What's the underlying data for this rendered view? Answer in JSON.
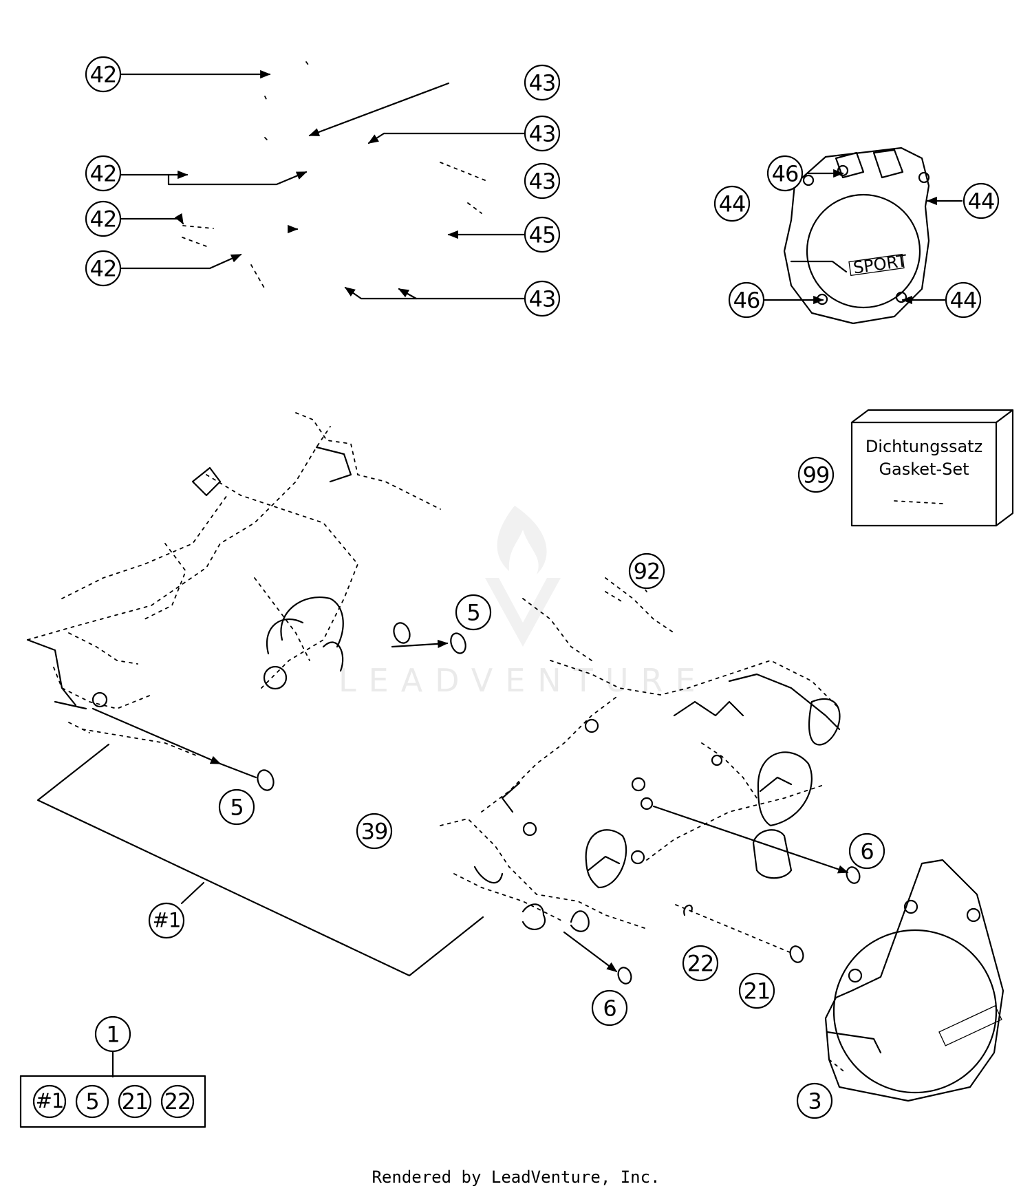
{
  "callouts": {
    "c42a": "42",
    "c42b": "42",
    "c42c": "42",
    "c42d": "42",
    "c43a": "43",
    "c43b": "43",
    "c43c": "43",
    "c43d": "43",
    "c45": "45",
    "c46a": "46",
    "c46b": "46",
    "c44a": "44",
    "c44b": "44",
    "c44c": "44",
    "c99": "99",
    "c92": "92",
    "c5a": "5",
    "c5b": "5",
    "c39": "39",
    "c6a": "6",
    "c6b": "6",
    "c22": "22",
    "c21": "21",
    "c3": "3",
    "c1": "1",
    "cKit": "#1"
  },
  "kit": {
    "components": [
      "#1",
      "5",
      "21",
      "22"
    ]
  },
  "gasket_box": {
    "line1": "Dichtungssatz",
    "line2": "Gasket-Set"
  },
  "cover_logo": "SPORT",
  "watermark": "LEADVENTURE",
  "footer": "Rendered by LeadVenture, Inc."
}
